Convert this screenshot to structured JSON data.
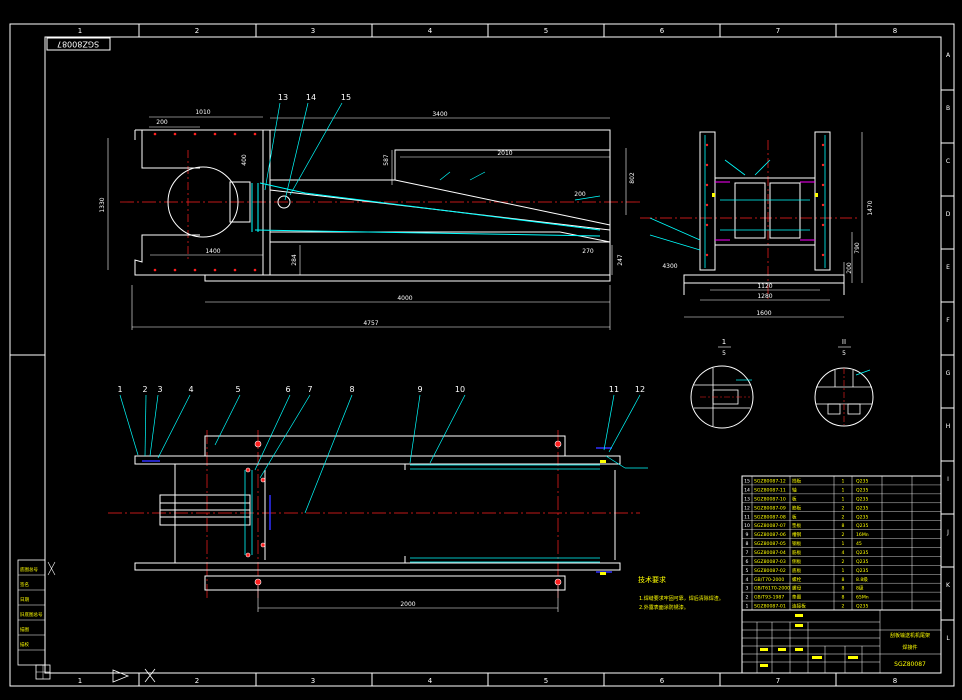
{
  "colors": {
    "background": "#000000",
    "frame": "#ffffff",
    "centerline": "#ff2020",
    "dimension": "#ffffff",
    "leader": "#00ffff",
    "accent_blue": "#3030ff",
    "weld_magenta": "#ff00ff",
    "yellow": "#ffff00",
    "green": "#00ff00"
  },
  "drawing_number": "SGZ80087",
  "drawing_number_rotated": "SGZ80087",
  "border": {
    "columns": [
      "1",
      "2",
      "3",
      "4",
      "5",
      "6",
      "7",
      "8"
    ],
    "rows": [
      "A",
      "B",
      "C",
      "D",
      "E",
      "F",
      "G",
      "H",
      "I",
      "J",
      "K",
      "L"
    ]
  },
  "side_view": {
    "dims": {
      "d1010": "1010",
      "d200": "200",
      "d1330": "1330",
      "d400": "400",
      "d3400": "3400",
      "d587": "587",
      "d2010": "2010",
      "d802": "802",
      "d1400": "1400",
      "d284": "284",
      "d247": "247",
      "d270": "270",
      "d200b": "200",
      "d4000": "4000",
      "d4757": "4757"
    },
    "callouts": [
      "13",
      "14",
      "15"
    ]
  },
  "end_view": {
    "dims": {
      "d4300": "4300",
      "d1120": "1120",
      "d1280": "1280",
      "d1600": "1600",
      "d1470": "1470",
      "d790": "790",
      "d200": "200"
    }
  },
  "plan_view": {
    "callouts": [
      "1",
      "2",
      "3",
      "4",
      "5",
      "6",
      "7",
      "8",
      "9",
      "10",
      "11",
      "12"
    ],
    "dims": {
      "d2000": "2000"
    }
  },
  "details": {
    "left": {
      "num": "1",
      "den": "5"
    },
    "right": {
      "num": "II",
      "den": "5"
    }
  },
  "notes": {
    "title": "技术要求",
    "line1": "1.焊缝要求牢固可靠，焊后清除焊渣。",
    "line2": "2.外露表面涂防锈漆。"
  },
  "title_block": {
    "name": "刮板输送机机尾架",
    "drawing_no": "SGZ80087",
    "material": "焊接件"
  },
  "parts": [
    {
      "no": "15",
      "code": "SGZ80087-12",
      "name": "挡板",
      "qty": "1",
      "mat": "Q235"
    },
    {
      "no": "14",
      "code": "SGZ80087-11",
      "name": "轴",
      "qty": "1",
      "mat": "Q235"
    },
    {
      "no": "13",
      "code": "SGZ80087-10",
      "name": "板",
      "qty": "1",
      "mat": "Q235"
    },
    {
      "no": "12",
      "code": "SGZ80087-09",
      "name": "筋板",
      "qty": "2",
      "mat": "Q235"
    },
    {
      "no": "11",
      "code": "SGZ80087-08",
      "name": "板",
      "qty": "2",
      "mat": "Q235"
    },
    {
      "no": "10",
      "code": "SGZ80087-07",
      "name": "垫板",
      "qty": "8",
      "mat": "Q235"
    },
    {
      "no": "9",
      "code": "SGZ80087-06",
      "name": "槽钢",
      "qty": "2",
      "mat": "16Mn"
    },
    {
      "no": "8",
      "code": "SGZ80087-05",
      "name": "钢板",
      "qty": "1",
      "mat": "45"
    },
    {
      "no": "7",
      "code": "SGZ80087-04",
      "name": "筋板",
      "qty": "4",
      "mat": "Q235"
    },
    {
      "no": "6",
      "code": "SGZ80087-03",
      "name": "侧板",
      "qty": "2",
      "mat": "Q235"
    },
    {
      "no": "5",
      "code": "SGZ80087-02",
      "name": "底板",
      "qty": "1",
      "mat": "Q235"
    },
    {
      "no": "4",
      "code": "GB/T70-2000",
      "name": "螺栓",
      "qty": "8",
      "mat": "8.8级"
    },
    {
      "no": "3",
      "code": "GB/T6170-2000",
      "name": "螺母",
      "qty": "8",
      "mat": "8级"
    },
    {
      "no": "2",
      "code": "GB/T93-1987",
      "name": "垫圈",
      "qty": "8",
      "mat": "65Mn"
    },
    {
      "no": "1",
      "code": "SGZ80087-01",
      "name": "连接板",
      "qty": "2",
      "mat": "Q235"
    }
  ],
  "left_stamp": [
    "底图总号",
    "签名",
    "日期",
    "旧底图总号",
    "描图",
    "描校"
  ]
}
